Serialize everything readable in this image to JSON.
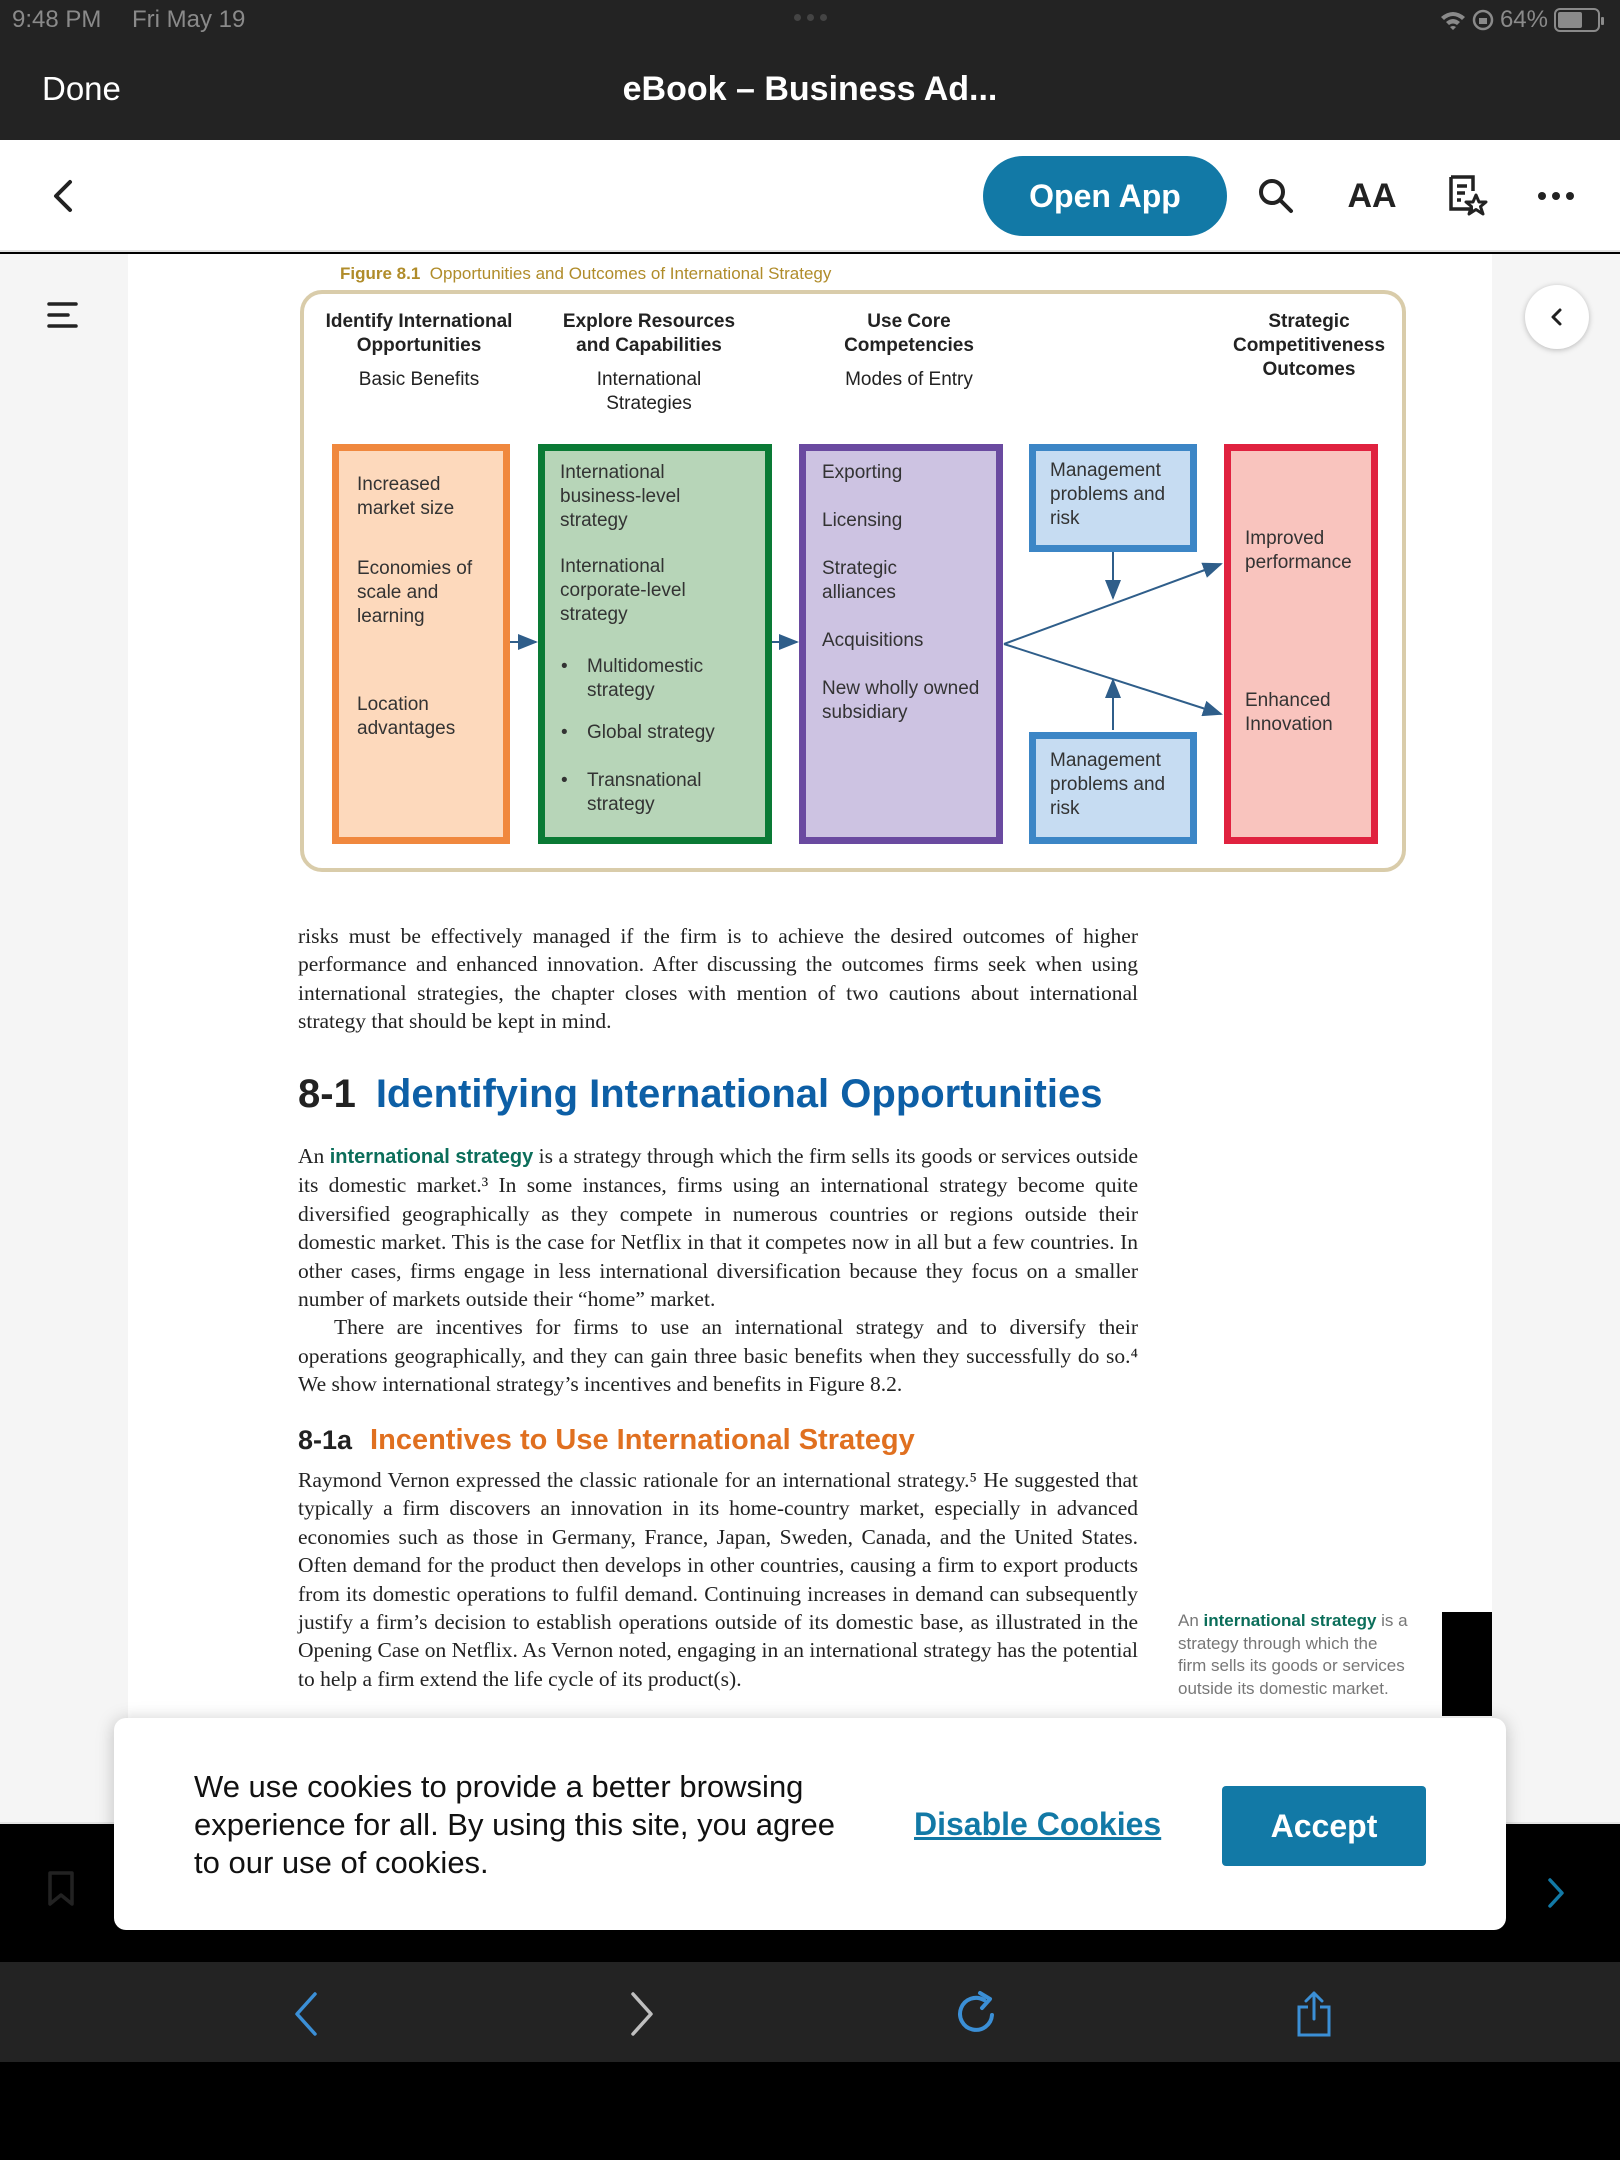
{
  "status": {
    "time": "9:48 PM",
    "date": "Fri May 19",
    "battery": "64%",
    "battery_level": 0.64
  },
  "nav": {
    "done": "Done",
    "title": "eBook – Business Ad..."
  },
  "toolbar": {
    "open_app": "Open App",
    "font_icon": "AA"
  },
  "figure": {
    "caption_num": "Figure 8.1",
    "caption_text": "Opportunities and Outcomes of International Strategy",
    "columns": [
      {
        "heading": "Identify International Opportunities",
        "sub": "Basic Benefits"
      },
      {
        "heading": "Explore Resources and Capabilities",
        "sub": "International Strategies"
      },
      {
        "heading": "Use Core Competencies",
        "sub": "Modes of Entry"
      },
      {
        "heading": "Strategic Competitiveness Outcomes",
        "sub": ""
      }
    ],
    "benefits": [
      "Increased market size",
      "Economies of scale and learning",
      "Location advantages"
    ],
    "strategies": [
      "International business-level strategy",
      "International corporate-level strategy"
    ],
    "strategy_bullets": [
      "Multidomestic strategy",
      "Global strategy",
      "Transnational strategy"
    ],
    "modes": [
      "Exporting",
      "Licensing",
      "Strategic alliances",
      "Acquisitions",
      "New wholly owned subsidiary"
    ],
    "risk_top": "Management problems and risk",
    "risk_bottom": "Management problems and risk",
    "outcomes": [
      "Improved performance",
      "Enhanced Innovation"
    ]
  },
  "text": {
    "intro": "risks must be effectively managed if the firm is to achieve the desired outcomes of higher performance and enhanced innovation. After discussing the outcomes firms seek when using international strategies, the chapter closes with mention of two cautions about international strategy that should be kept in mind.",
    "section_num": "8-1",
    "section_title": "Identifying International Opportunities",
    "p1_a": "An ",
    "p1_kw": "international strategy",
    "p1_b": " is a strategy through which the firm sells its goods or services outside its domestic market.³ In some instances, firms using an international strategy become quite diversified geographically as they compete in numerous countries or regions outside their domestic market. This is the case for Netflix in that it competes now in all but a few countries. In other cases, firms engage in less international diversification because they focus on a smaller number of markets outside their “home” market.",
    "p2": "There are incentives for firms to use an international strategy and to diversify their operations geographically, and they can gain three basic benefits when they successfully do so.⁴ We show international strategy’s incentives and benefits in Figure 8.2.",
    "sub_num": "8-1a",
    "sub_title": "Incentives to Use International Strategy",
    "p3": "Raymond Vernon expressed the classic rationale for an international strategy.⁵ He suggested that typically a firm discovers an innovation in its home-country market, especially in advanced economies such as those in Germany, France, Japan, Sweden, Canada, and the United States. Often demand for the product then develops in other countries, causing a firm to export products from its domestic operations to fulfil demand. Continuing increases in demand can subsequently justify a firm’s decision to establish operations outside of its domestic base, as illustrated in the Opening Case on Netflix. As Vernon noted, engaging in an international strategy has the potential to help a firm extend the life cycle of its product(s).",
    "margin_a": "An ",
    "margin_kw": "international strategy",
    "margin_b": " is a strategy through which the firm sells its goods or services outside its domestic market."
  },
  "cookie": {
    "message": "We use cookies to provide a better browsing experience for all. By using this site, you agree to our use of cookies.",
    "disable": "Disable Cookies",
    "accept": "Accept"
  },
  "colors": {
    "accent": "#1279a6",
    "benefits_border": "#f0883e",
    "benefits_fill": "#fdd9bc",
    "strategies_border": "#0a7a35",
    "strategies_fill": "#b7d5b8",
    "modes_border": "#6a4aa0",
    "modes_fill": "#cdc3e2",
    "risk_border": "#3c86c6",
    "risk_fill": "#c6dcf2",
    "outcome_border": "#e0223f",
    "outcome_fill": "#f9c4be"
  }
}
